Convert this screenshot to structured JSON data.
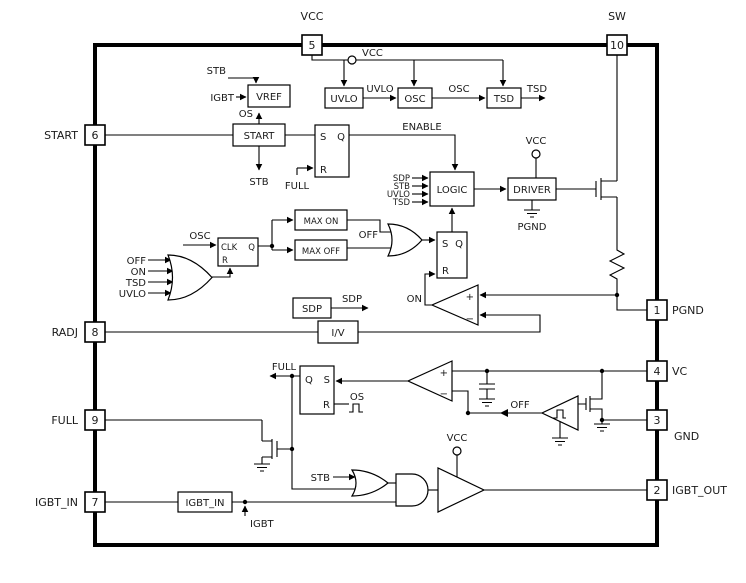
{
  "pins": {
    "vcc": {
      "num": "5",
      "label": "VCC"
    },
    "sw": {
      "num": "10",
      "label": "SW"
    },
    "start": {
      "num": "6",
      "label": "START"
    },
    "radj": {
      "num": "8",
      "label": "RADJ"
    },
    "full": {
      "num": "9",
      "label": "FULL"
    },
    "igbt_in": {
      "num": "7",
      "label": "IGBT_IN"
    },
    "pgnd": {
      "num": "1",
      "label": "PGND"
    },
    "vc": {
      "num": "4",
      "label": "VC"
    },
    "gnd": {
      "num": "3",
      "label": "GND"
    },
    "igbt_out": {
      "num": "2",
      "label": "IGBT_OUT"
    }
  },
  "blocks": {
    "vref": "VREF",
    "uvlo": "UVLO",
    "osc": "OSC",
    "tsd": "TSD",
    "start": "START",
    "logic": "LOGIC",
    "driver": "DRIVER",
    "max_on": "MAX ON",
    "max_off": "MAX OFF",
    "clk": "CLK",
    "sdp": "SDP",
    "iv": "I/V",
    "igbt_in": "IGBT_IN"
  },
  "latch": {
    "s": "S",
    "q": "Q",
    "r": "R"
  },
  "cmp": {
    "plus": "+",
    "minus": "−"
  },
  "signals": {
    "vcc": "VCC",
    "stb": "STB",
    "igbt": "IGBT",
    "uvlo": "UVLO",
    "osc": "OSC",
    "tsd": "TSD",
    "os": "OS",
    "full": "FULL",
    "enable": "ENABLE",
    "sdp": "SDP",
    "off": "OFF",
    "on": "ON",
    "pgnd": "PGND"
  }
}
